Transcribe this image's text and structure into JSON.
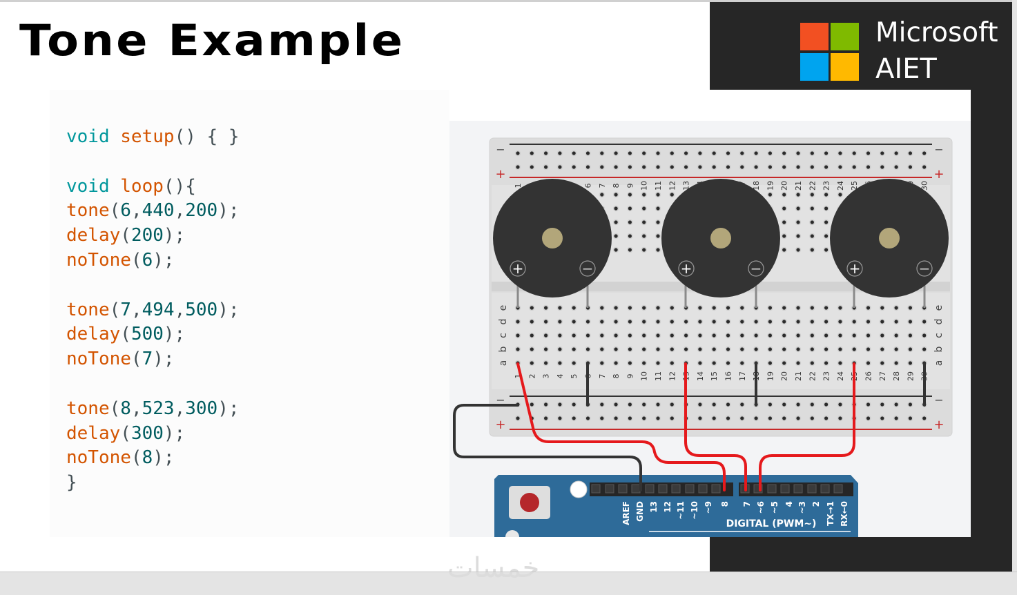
{
  "slide": {
    "title": "Tone Example",
    "brand": {
      "line1": "Microsoft",
      "line2": "AIET",
      "logo_colors": [
        "#f25022",
        "#7fba00",
        "#00a4ef",
        "#ffb900"
      ]
    },
    "watermark": "خمسات"
  },
  "code": {
    "lines": [
      [
        {
          "t": "void",
          "c": "kw"
        },
        {
          "t": " ",
          "c": "pn"
        },
        {
          "t": "setup",
          "c": "fn"
        },
        {
          "t": "() { }",
          "c": "pn"
        }
      ],
      [],
      [
        {
          "t": "void",
          "c": "kw"
        },
        {
          "t": " ",
          "c": "pn"
        },
        {
          "t": "loop",
          "c": "fn"
        },
        {
          "t": "(){",
          "c": "pn"
        }
      ],
      [
        {
          "t": "tone",
          "c": "fn"
        },
        {
          "t": "(",
          "c": "pn"
        },
        {
          "t": "6",
          "c": "num"
        },
        {
          "t": ",",
          "c": "pn"
        },
        {
          "t": "440",
          "c": "num"
        },
        {
          "t": ",",
          "c": "pn"
        },
        {
          "t": "200",
          "c": "num"
        },
        {
          "t": ");",
          "c": "pn"
        }
      ],
      [
        {
          "t": "delay",
          "c": "fn"
        },
        {
          "t": "(",
          "c": "pn"
        },
        {
          "t": "200",
          "c": "num"
        },
        {
          "t": ");",
          "c": "pn"
        }
      ],
      [
        {
          "t": "noTone",
          "c": "fn"
        },
        {
          "t": "(",
          "c": "pn"
        },
        {
          "t": "6",
          "c": "num"
        },
        {
          "t": ");",
          "c": "pn"
        }
      ],
      [],
      [
        {
          "t": "tone",
          "c": "fn"
        },
        {
          "t": "(",
          "c": "pn"
        },
        {
          "t": "7",
          "c": "num"
        },
        {
          "t": ",",
          "c": "pn"
        },
        {
          "t": "494",
          "c": "num"
        },
        {
          "t": ",",
          "c": "pn"
        },
        {
          "t": "500",
          "c": "num"
        },
        {
          "t": ");",
          "c": "pn"
        }
      ],
      [
        {
          "t": "delay",
          "c": "fn"
        },
        {
          "t": "(",
          "c": "pn"
        },
        {
          "t": "500",
          "c": "num"
        },
        {
          "t": ");",
          "c": "pn"
        }
      ],
      [
        {
          "t": "noTone",
          "c": "fn"
        },
        {
          "t": "(",
          "c": "pn"
        },
        {
          "t": "7",
          "c": "num"
        },
        {
          "t": ");",
          "c": "pn"
        }
      ],
      [],
      [
        {
          "t": "tone",
          "c": "fn"
        },
        {
          "t": "(",
          "c": "pn"
        },
        {
          "t": "8",
          "c": "num"
        },
        {
          "t": ",",
          "c": "pn"
        },
        {
          "t": "523",
          "c": "num"
        },
        {
          "t": ",",
          "c": "pn"
        },
        {
          "t": "300",
          "c": "num"
        },
        {
          "t": ");",
          "c": "pn"
        }
      ],
      [
        {
          "t": "delay",
          "c": "fn"
        },
        {
          "t": "(",
          "c": "pn"
        },
        {
          "t": "300",
          "c": "num"
        },
        {
          "t": ");",
          "c": "pn"
        }
      ],
      [
        {
          "t": "noTone",
          "c": "fn"
        },
        {
          "t": "(",
          "c": "pn"
        },
        {
          "t": "8",
          "c": "num"
        },
        {
          "t": ");",
          "c": "pn"
        }
      ],
      [
        {
          "t": "}",
          "c": "pn"
        }
      ]
    ]
  },
  "circuit": {
    "breadboard": {
      "rail_minus": "−",
      "rail_plus": "+",
      "row_letters": [
        "a",
        "b",
        "c",
        "d",
        "e"
      ],
      "column_count": 30
    },
    "buzzers": [
      {
        "plus": "+",
        "minus": "−"
      },
      {
        "plus": "+",
        "minus": "−"
      },
      {
        "plus": "+",
        "minus": "−"
      }
    ],
    "arduino": {
      "pin_labels": [
        "AREF",
        "GND",
        "13",
        "12",
        "~11",
        "~10",
        "~9",
        "8",
        "7",
        "~6",
        "~5",
        "4",
        "~3",
        "2",
        "TX→1",
        "RX←0"
      ],
      "digital_label": "DIGITAL (PWM~)"
    },
    "colors": {
      "wire_red": "#e5191c",
      "wire_black": "#333333",
      "board_blue": "#2e6b99",
      "buzzer": "#333333",
      "buzzer_center": "#b2a67a",
      "breadboard": "#dedede"
    }
  }
}
